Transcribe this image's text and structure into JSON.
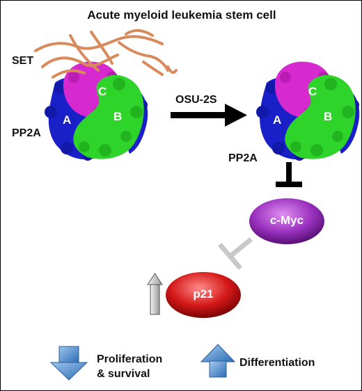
{
  "title": "Acute myeloid leukemia stem cell",
  "labels": {
    "set": "SET",
    "pp2a_left": "PP2A",
    "pp2a_right": "PP2A",
    "drug": "OSU-2S",
    "subunit_a": "A",
    "subunit_b": "B",
    "subunit_c": "C",
    "cmyc": "c-Myc",
    "p21": "p21"
  },
  "legend": {
    "down_label_line1": "Proliferation",
    "down_label_line2": "& survival",
    "up_label": "Differentiation"
  },
  "colors": {
    "subunit_a": "#1a20c8",
    "subunit_b": "#2fd42a",
    "subunit_c": "#d62ad0",
    "set_protein": "#d98a5c",
    "cmyc": "#8c2bb0",
    "p21": "#d01818",
    "arrow_blue": "#3d7fc4",
    "inhibition_faded": "#c8c8c8"
  }
}
